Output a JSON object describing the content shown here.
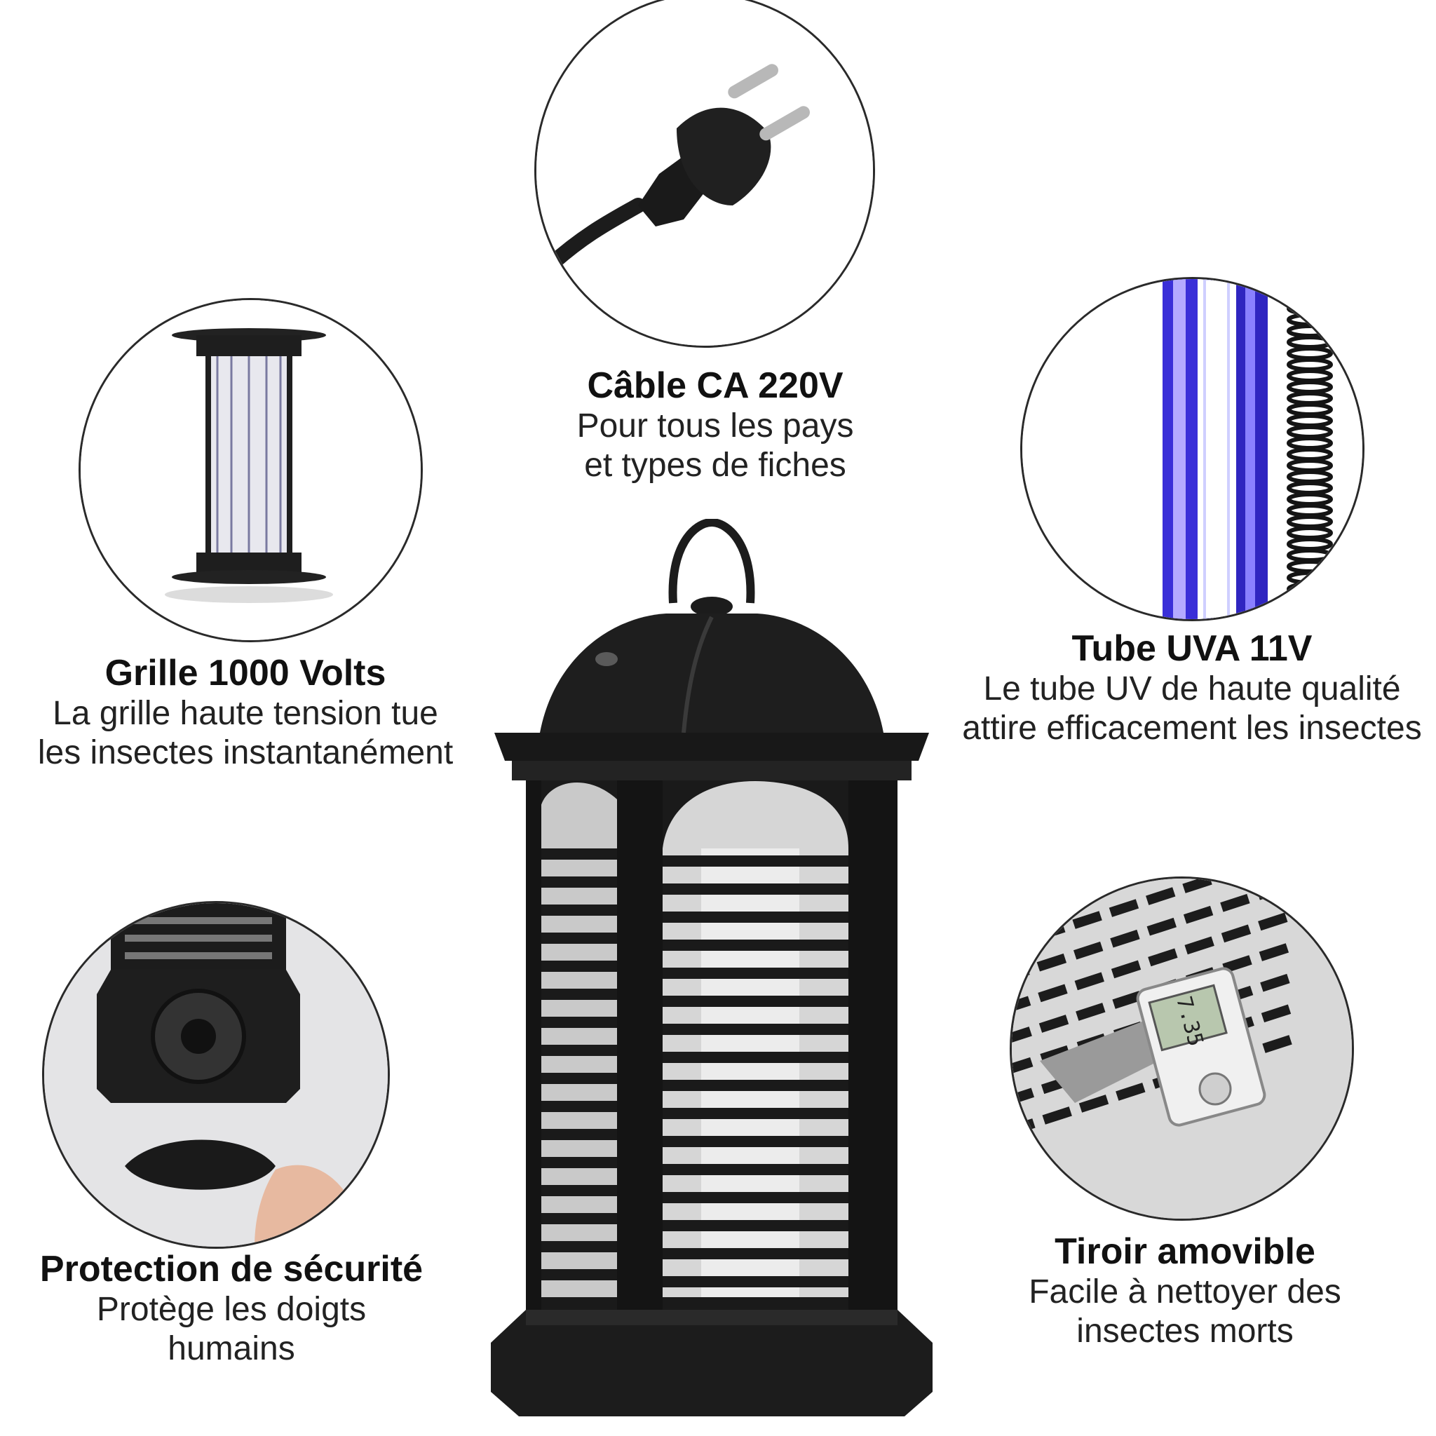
{
  "cable": {
    "title": "Câble CA 220V",
    "line1": "Pour tous les pays",
    "line2": "et types de fiches"
  },
  "grid": {
    "title": "Grille 1000 Volts",
    "line1": "La grille haute tension tue",
    "line2": "les insectes instantanément"
  },
  "tube": {
    "title": "Tube UVA 11V",
    "line1": "Le tube UV de haute qualité",
    "line2": "attire efficacement les insectes"
  },
  "protection": {
    "title": "Protection de sécurité",
    "line1": "Protège les doigts",
    "line2": "humains"
  },
  "drawer": {
    "title": "Tiroir amovible",
    "line1": "Facile à nettoyer des",
    "line2": "insectes morts"
  },
  "caliper": {
    "reading": "7.35"
  },
  "colors": {
    "uv_blue": "#3a2fd8",
    "lamp_black": "#1c1c1c",
    "outline": "#2a2a2a"
  }
}
